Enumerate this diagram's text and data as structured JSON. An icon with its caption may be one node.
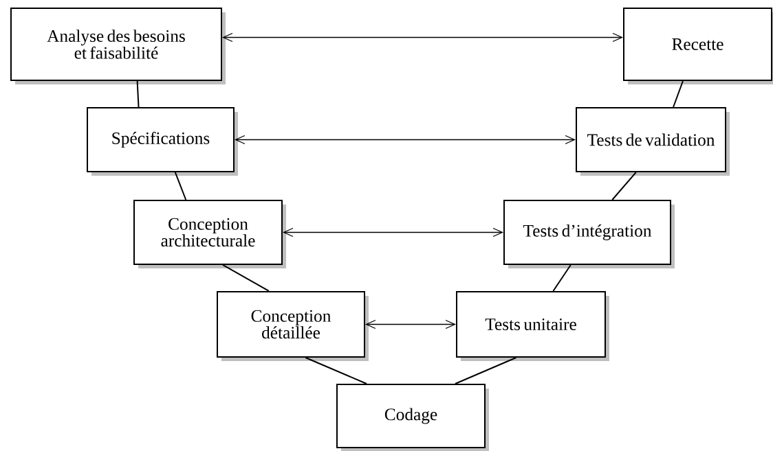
{
  "diagram": {
    "nodes": [
      {
        "text": [
          "Analyse des besoins et faisabilité"
        ]
      },
      {
        "text": [
          "Recette"
        ]
      },
      {
        "text": [
          "Spécifications"
        ]
      },
      {
        "text": [
          "Tests de validation"
        ]
      },
      {
        "text": [
          "Conception architecturale"
        ]
      },
      {
        "text": [
          "Tests d’intégration"
        ]
      },
      {
        "text": [
          "Conception détaillée"
        ]
      },
      {
        "text": [
          "Tests unitaire"
        ]
      },
      {
        "text": [
          "Codage"
        ]
      }
    ],
    "edges": [
      {
        "from": 0,
        "to": 1,
        "arrow": "both"
      },
      {
        "from": 2,
        "to": 3,
        "arrow": "both"
      },
      {
        "from": 4,
        "to": 5,
        "arrow": "both"
      },
      {
        "from": 6,
        "to": 7,
        "arrow": "both"
      },
      {
        "from": 0,
        "to": 2,
        "arrow": "none"
      },
      {
        "from": 2,
        "to": 4,
        "arrow": "none"
      },
      {
        "from": 4,
        "to": 6,
        "arrow": "none"
      },
      {
        "from": 6,
        "to": 8,
        "arrow": "none"
      },
      {
        "from": 8,
        "to": 7,
        "arrow": "none"
      },
      {
        "from": 7,
        "to": 5,
        "arrow": "none"
      },
      {
        "from": 5,
        "to": 3,
        "arrow": "none"
      },
      {
        "from": 3,
        "to": 1,
        "arrow": "none"
      }
    ]
  }
}
